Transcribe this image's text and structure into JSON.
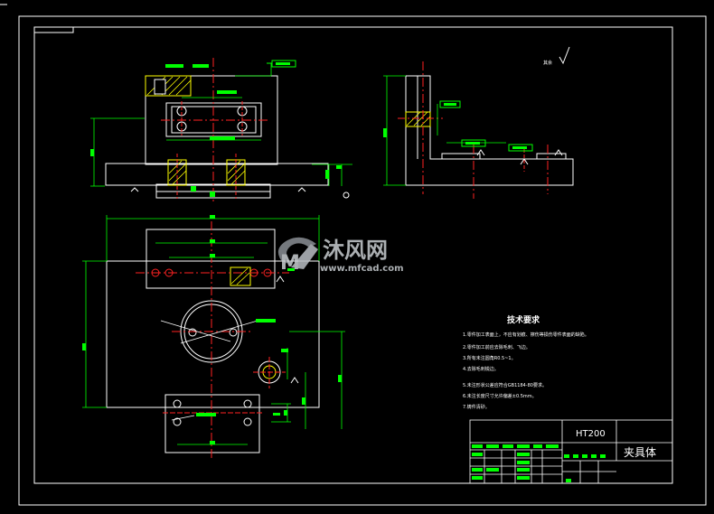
{
  "watermark": {
    "cn": "沐风网",
    "url": "www.mfcad.com"
  },
  "surface_note": "其余",
  "tech_requirements": {
    "title": "技术要求",
    "lines": [
      "1.零件加工表面上，不应有划痕、擦伤等损伤零件表面的缺陷。",
      "2.零件加工前应去除毛刺、飞边。",
      "3.所有未注圆角R0.5~1。",
      "4.去除毛刺锐边。",
      "5.未注形状公差应符合GB1184-80要求。",
      "6.未注长度尺寸允许偏差±0.5mm。",
      "7.铸件清砂。"
    ]
  },
  "title_block": {
    "material": "HT200",
    "part_name": "夹具体"
  },
  "colors": {
    "line": "#ffffff",
    "dim": "#00ff00",
    "center": "#ff2020",
    "section": "#ffff00",
    "label_box": "#00ff00",
    "frame": "#ffffff"
  }
}
